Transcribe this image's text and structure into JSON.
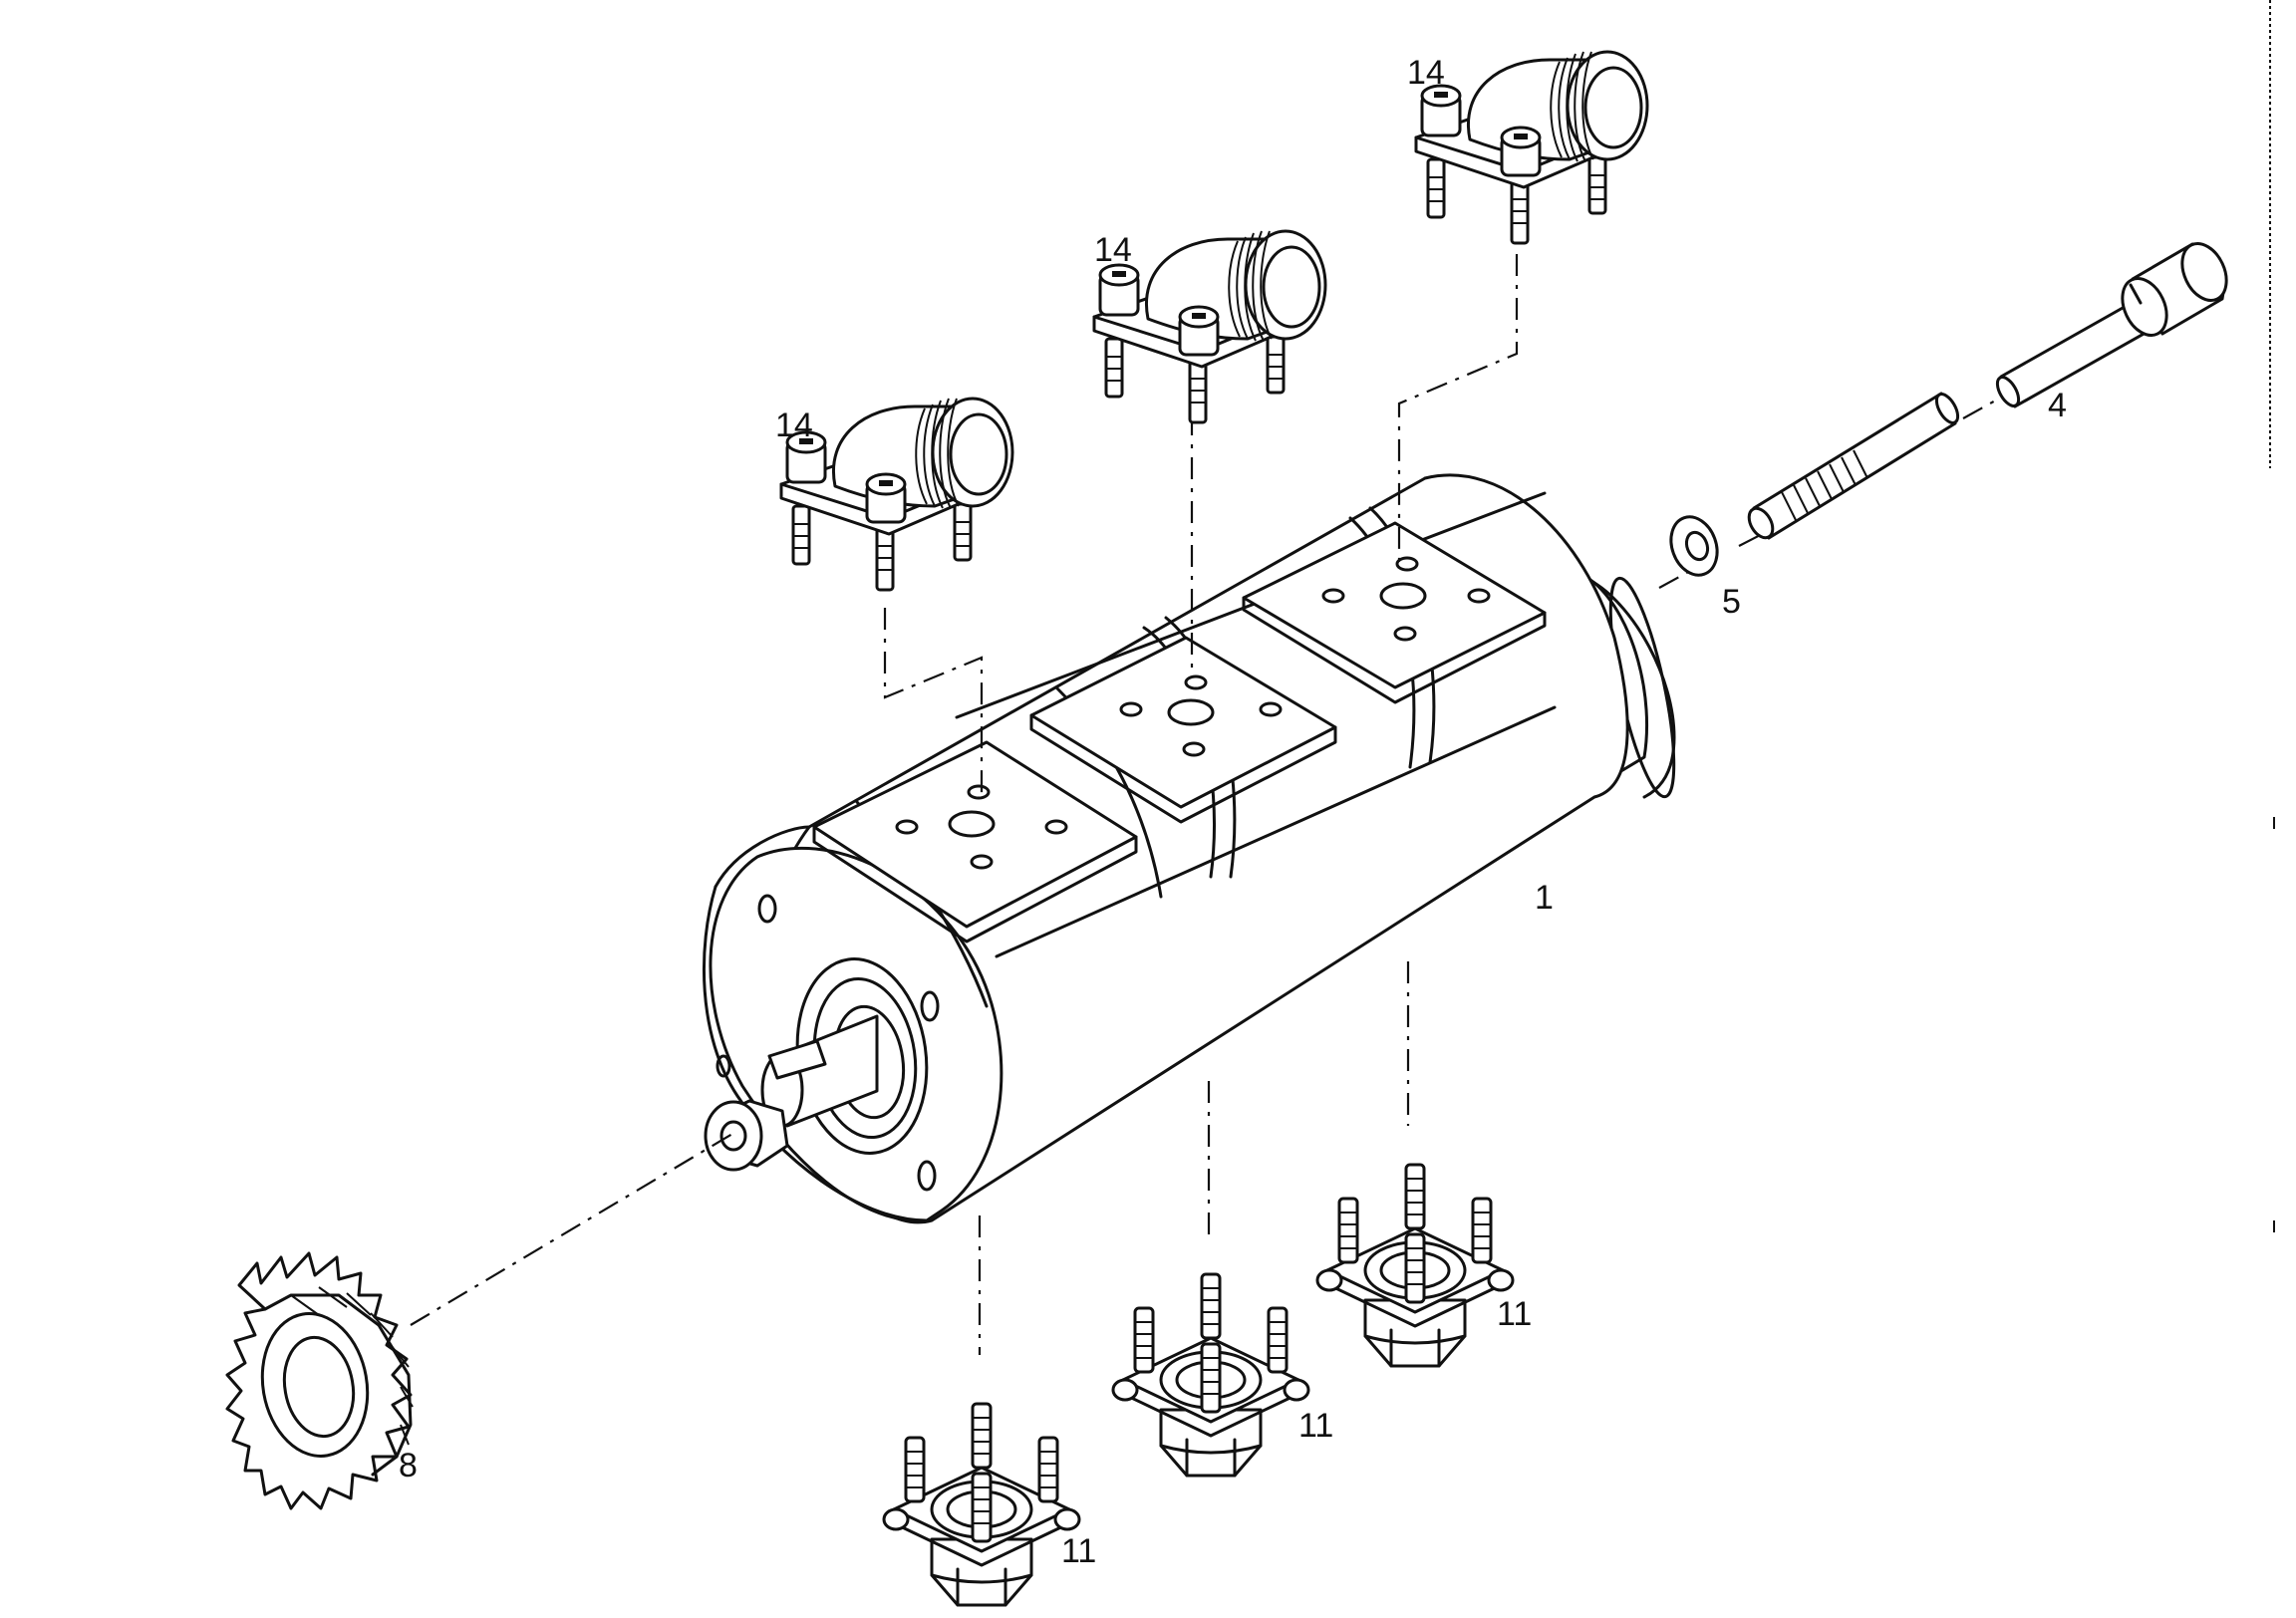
{
  "parts": [
    {
      "id": "pump",
      "label": "1"
    },
    {
      "id": "bolt",
      "label": "4"
    },
    {
      "id": "washer",
      "label": "5"
    },
    {
      "id": "gear",
      "label": "8"
    },
    {
      "id": "flange_bottom_1",
      "label": "11"
    },
    {
      "id": "flange_bottom_2",
      "label": "11"
    },
    {
      "id": "flange_bottom_3",
      "label": "11"
    },
    {
      "id": "elbow_1",
      "label": "14"
    },
    {
      "id": "elbow_2",
      "label": "14"
    },
    {
      "id": "elbow_3",
      "label": "14"
    }
  ]
}
